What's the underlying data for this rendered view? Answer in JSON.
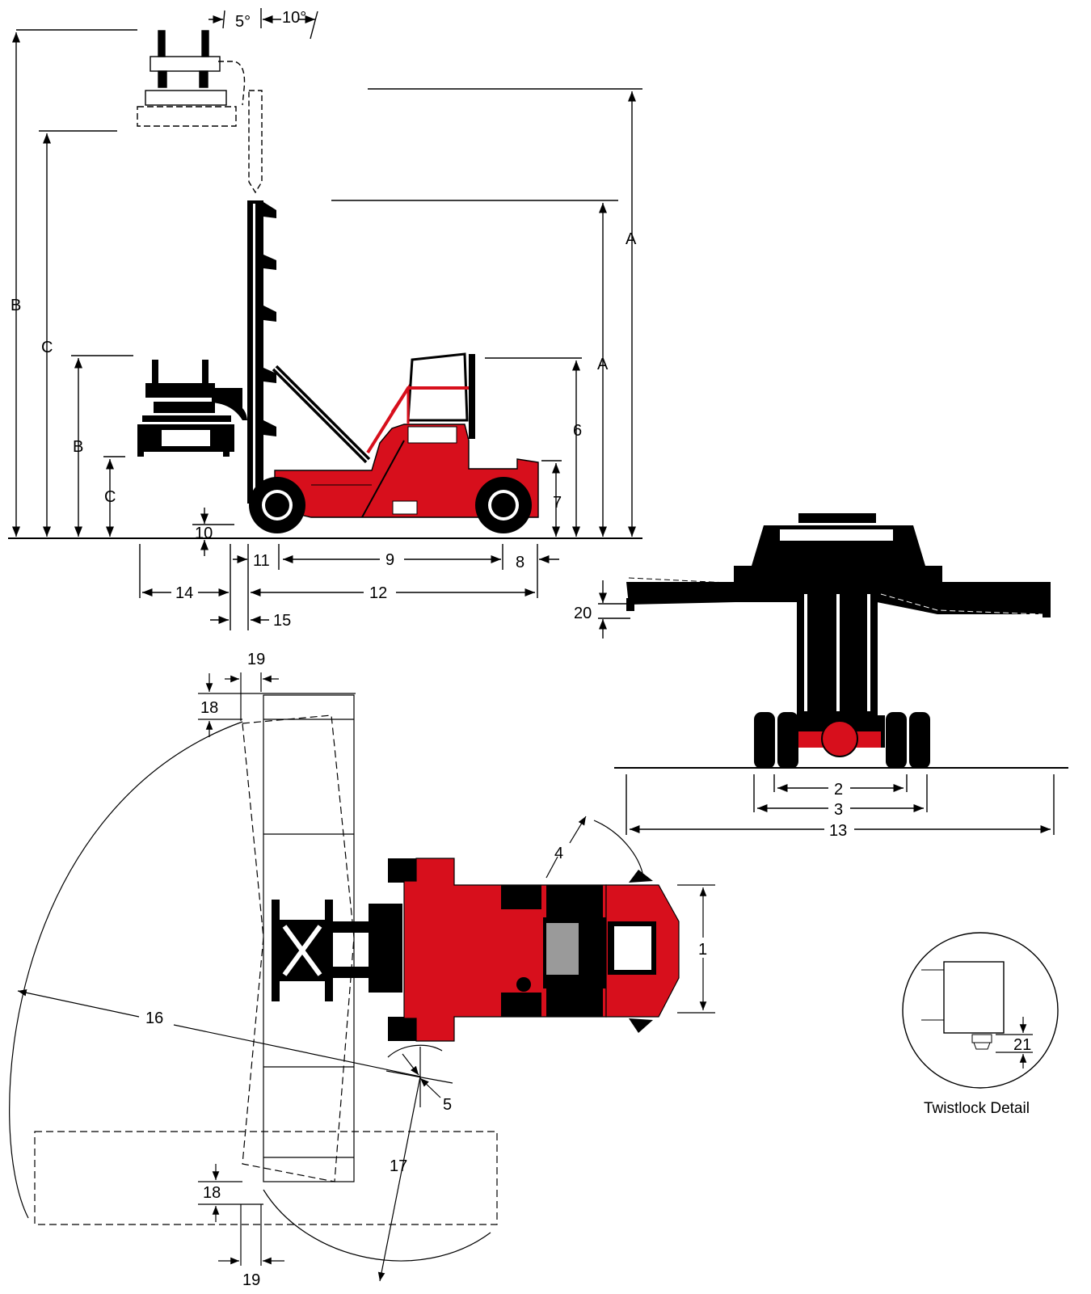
{
  "diagram": {
    "colors": {
      "body": "#d70f1c",
      "frame": "#000000",
      "glass": "#9a9a9a",
      "line": "#000000"
    },
    "angles": {
      "tilt_back": "5°",
      "tilt_forward": "10°"
    },
    "side_view": {
      "labels": {
        "A_outer": "A",
        "A_inner": "A",
        "B_outer": "B",
        "B_inner": "B",
        "C_outer": "C",
        "C_inner": "C",
        "d6": "6",
        "d7": "7",
        "d8": "8",
        "d9": "9",
        "d10": "10",
        "d11": "11",
        "d12": "12",
        "d14": "14",
        "d15": "15"
      }
    },
    "front_view": {
      "labels": {
        "d2": "2",
        "d3": "3",
        "d13": "13",
        "d20": "20"
      }
    },
    "top_view": {
      "labels": {
        "d1": "1",
        "d4": "4",
        "d5": "5",
        "d16": "16",
        "d17": "17",
        "d18_top": "18",
        "d18_bottom": "18",
        "d19_top": "19",
        "d19_bottom": "19"
      }
    },
    "twistlock": {
      "caption": "Twistlock Detail",
      "d21": "21"
    }
  }
}
